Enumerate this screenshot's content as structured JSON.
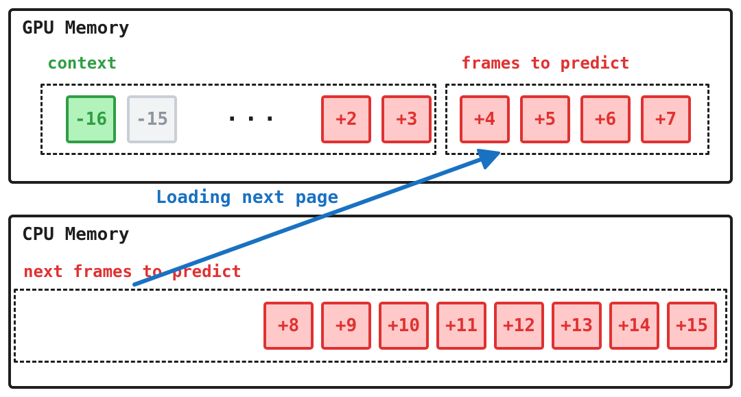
{
  "palette": {
    "ink": "#1e1e1e",
    "green_stroke": "#2f9e44",
    "green_fill": "#b2f2bb",
    "gray_stroke": "#c9cfd6",
    "gray_fill": "#f1f3f5",
    "gray_text": "#8d959d",
    "red_stroke": "#e03131",
    "red_fill": "#ffc9c9",
    "blue": "#1971c2"
  },
  "gpu": {
    "title": "GPU Memory",
    "context": {
      "label": "context",
      "ellipsis": "...",
      "head_frames": [
        {
          "label": "-16",
          "variant": "green"
        },
        {
          "label": "-15",
          "variant": "gray"
        }
      ],
      "tail_frames": [
        {
          "label": "+2",
          "variant": "red"
        },
        {
          "label": "+3",
          "variant": "red"
        }
      ]
    },
    "predict": {
      "label": "frames to predict",
      "frames": [
        {
          "label": "+4",
          "variant": "red"
        },
        {
          "label": "+5",
          "variant": "red"
        },
        {
          "label": "+6",
          "variant": "red"
        },
        {
          "label": "+7",
          "variant": "red"
        }
      ]
    }
  },
  "transfer": {
    "label": "Loading next page"
  },
  "cpu": {
    "title": "CPU Memory",
    "next_predict": {
      "label": "next frames to predict",
      "frames": [
        {
          "label": "+8",
          "variant": "red"
        },
        {
          "label": "+9",
          "variant": "red"
        },
        {
          "label": "+10",
          "variant": "red"
        },
        {
          "label": "+11",
          "variant": "red"
        },
        {
          "label": "+12",
          "variant": "red"
        },
        {
          "label": "+13",
          "variant": "red"
        },
        {
          "label": "+14",
          "variant": "red"
        },
        {
          "label": "+15",
          "variant": "red"
        }
      ]
    }
  }
}
